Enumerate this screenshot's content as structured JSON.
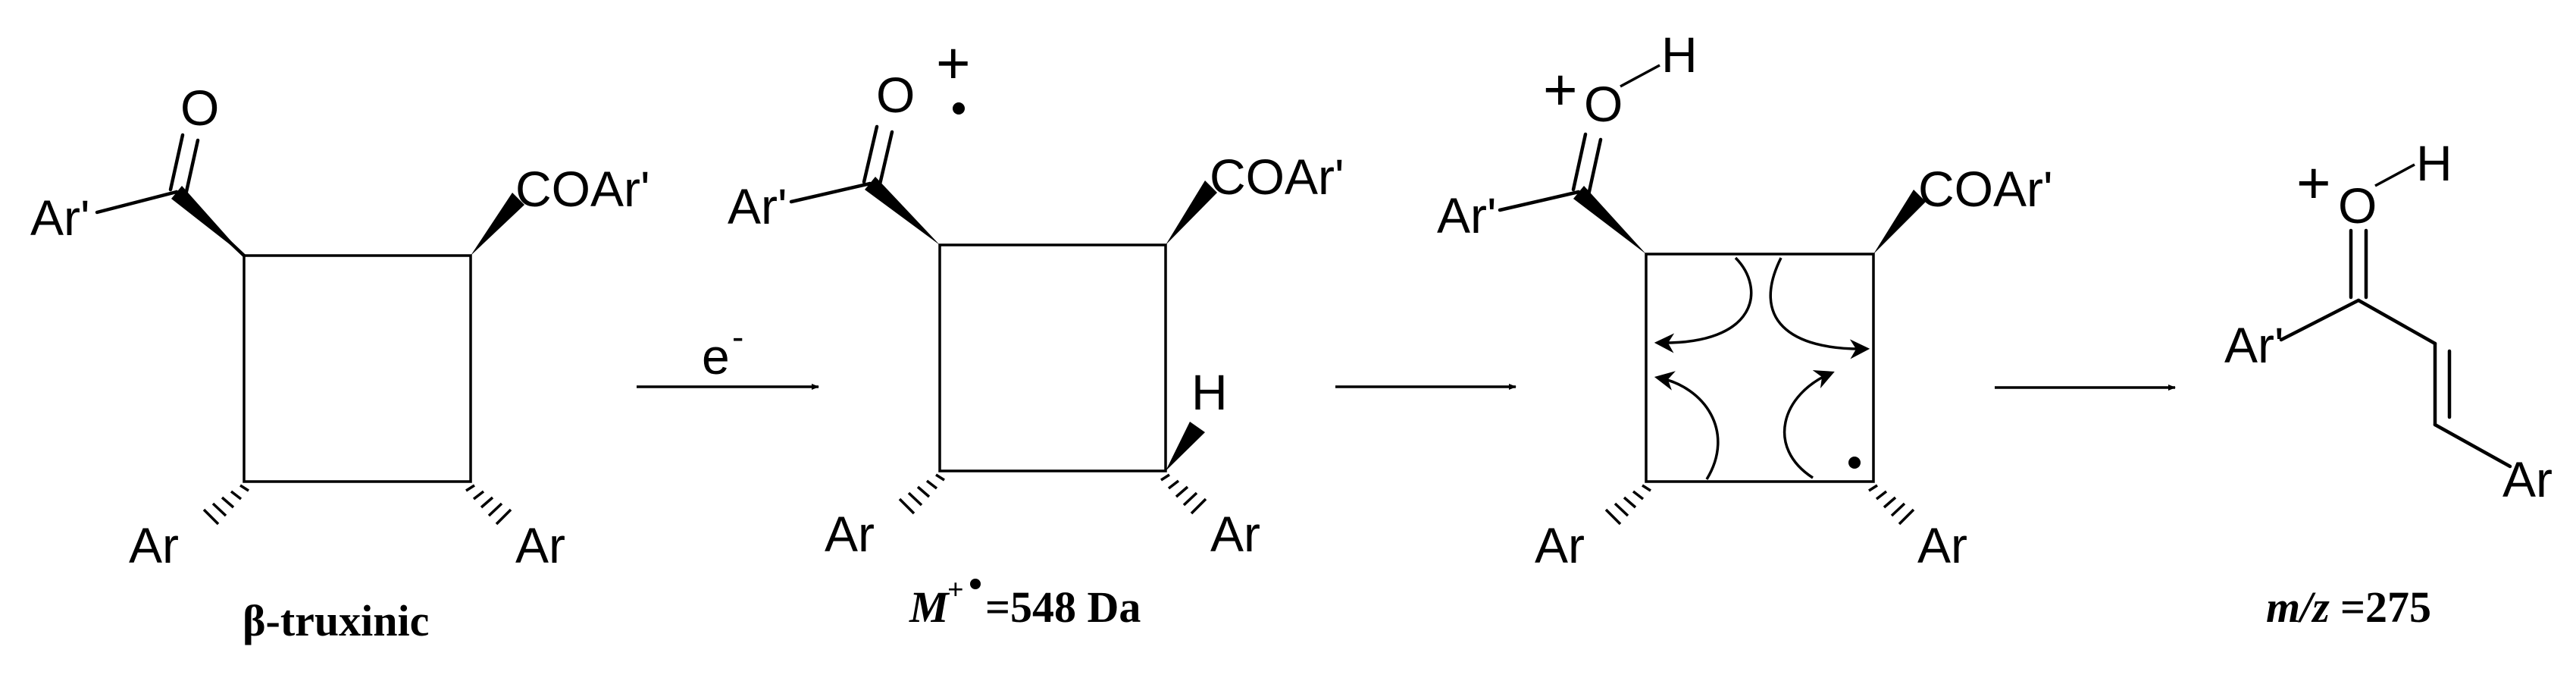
{
  "scheme": {
    "reactant": {
      "carbonyl_o": "O",
      "aryl_ketone": "Ar'",
      "coar": "COAr'",
      "aryl_left": "Ar",
      "aryl_right": "Ar",
      "caption": "β-truxinic"
    },
    "step1": {
      "reagent": "e",
      "reagent_sup": "-"
    },
    "radical_cation": {
      "carbonyl_o": "O",
      "charge": "+",
      "aryl_ketone": "Ar'",
      "coar": "COAr'",
      "h": "H",
      "aryl_left": "Ar",
      "aryl_right": "Ar",
      "caption_m": "M",
      "caption_sup": "+",
      "caption_rest": "=548 Da"
    },
    "protonated": {
      "charge": "+",
      "oxygen": "O",
      "h": "H",
      "aryl_ketone": "Ar'",
      "coar": "COAr'",
      "aryl_left": "Ar",
      "aryl_right": "Ar"
    },
    "product": {
      "charge": "+",
      "oxygen": "O",
      "h": "H",
      "aryl_ketone": "Ar'",
      "aryl": "Ar",
      "caption_mz": "m/z",
      "caption_rest": "=275"
    }
  }
}
